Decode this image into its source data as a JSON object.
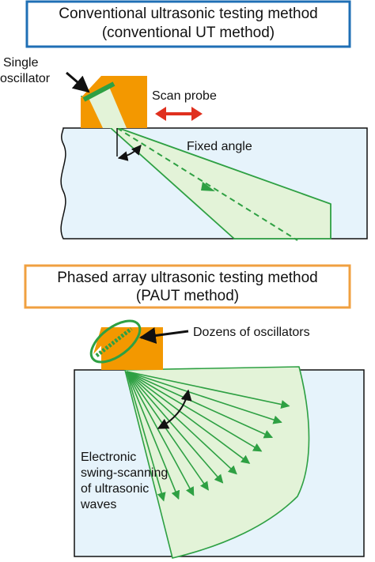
{
  "section_conventional": {
    "title_line1": "Conventional ultrasonic testing method",
    "title_line2": "(conventional UT method)",
    "label_oscillator_line1": "Single",
    "label_oscillator_line2": "oscillator",
    "label_scan": "Scan probe",
    "label_angle": "Fixed angle",
    "frame_color": "#1f6fb5"
  },
  "section_paut": {
    "title_line1": "Phased array ultrasonic testing method",
    "title_line2": "(PAUT method)",
    "label_oscillators": "Dozens of oscillators",
    "label_sweep_line1": "Electronic",
    "label_sweep_line2": "swing-scanning",
    "label_sweep_line3": "of ultrasonic",
    "label_sweep_line4": "waves",
    "frame_color": "#f0a040"
  },
  "colors": {
    "probe": "#f39800",
    "beam_line": "#2ea043",
    "beam_fill": "#e3f3d8",
    "material": "#e6f3fb",
    "scan_arrow": "#e0301e"
  }
}
